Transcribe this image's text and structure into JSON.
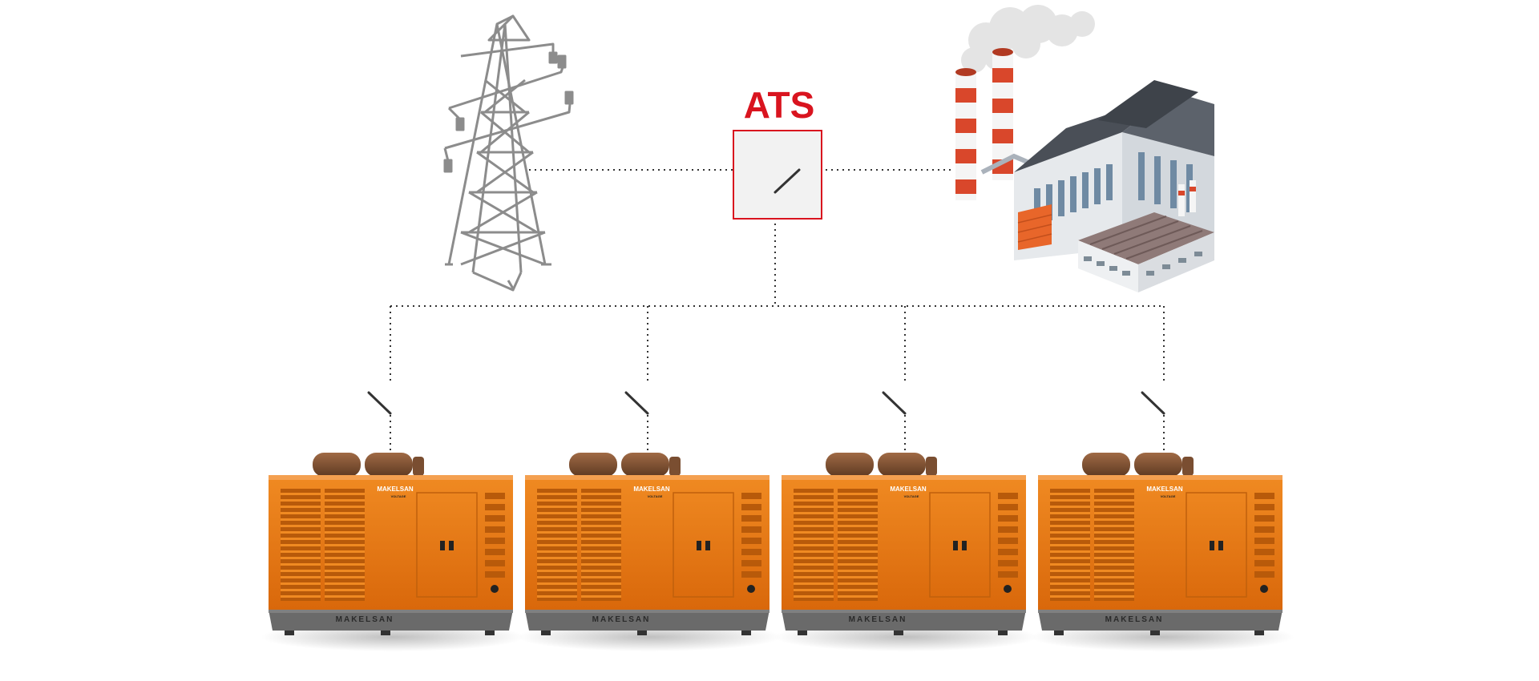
{
  "ats": {
    "label": "ATS",
    "color": "#d9141f",
    "box_fill": "#f2f2f2"
  },
  "icons": {
    "grid_source": "transmission-tower-icon",
    "load": "factory-icon",
    "generator": "diesel-generator-icon",
    "breaker": "open-switch-icon"
  },
  "generators": [
    {
      "brand_top": "MAKELSAN",
      "brand_sub": "VOLTAGE",
      "brand_bottom": "MAKELSAN"
    },
    {
      "brand_top": "MAKELSAN",
      "brand_sub": "VOLTAGE",
      "brand_bottom": "MAKELSAN"
    },
    {
      "brand_top": "MAKELSAN",
      "brand_sub": "VOLTAGE",
      "brand_bottom": "MAKELSAN"
    },
    {
      "brand_top": "MAKELSAN",
      "brand_sub": "VOLTAGE",
      "brand_bottom": "MAKELSAN"
    }
  ],
  "colors": {
    "generator_body": "#e8760f",
    "generator_base": "#6a6a6a",
    "muffler": "#8a5a3a",
    "wire": "#333333",
    "tower": "#8c8c8c",
    "chimney_red": "#d9472b",
    "roof": "#4a4f57"
  }
}
